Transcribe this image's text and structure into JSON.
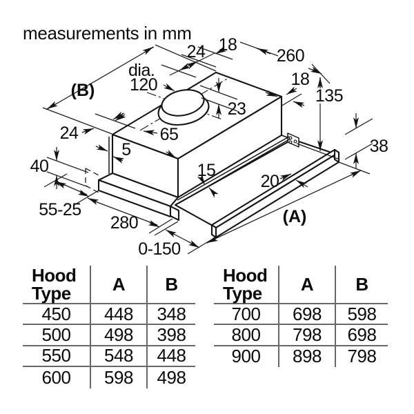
{
  "title": "measurements in mm",
  "diagram": {
    "labels": {
      "b": "(B)",
      "a": "(A)",
      "dia": "dia.",
      "dia_value": "120",
      "top_24": "24",
      "top_18": "18",
      "depth_260": "260",
      "right_18": "18",
      "height_135": "135",
      "duct_offset_23": "23",
      "left_24": "24",
      "duct_center_65": "65",
      "lip_5": "5",
      "left_40": "40",
      "bar_38": "38",
      "rail_15": "15",
      "lip_20": "20",
      "adjust_55_25": "55-25",
      "depth_280": "280",
      "travel_0_150": "0-150"
    }
  },
  "tables": [
    {
      "headers": {
        "col1_line1": "Hood",
        "col1_line2": "Type",
        "col2": "A",
        "col3": "B"
      },
      "rows": [
        [
          "450",
          "448",
          "348"
        ],
        [
          "500",
          "498",
          "398"
        ],
        [
          "550",
          "548",
          "448"
        ],
        [
          "600",
          "598",
          "498"
        ]
      ]
    },
    {
      "headers": {
        "col1_line1": "Hood",
        "col1_line2": "Type",
        "col2": "A",
        "col3": "B"
      },
      "rows": [
        [
          "700",
          "698",
          "598"
        ],
        [
          "800",
          "798",
          "698"
        ],
        [
          "900",
          "898",
          "798"
        ]
      ]
    }
  ]
}
